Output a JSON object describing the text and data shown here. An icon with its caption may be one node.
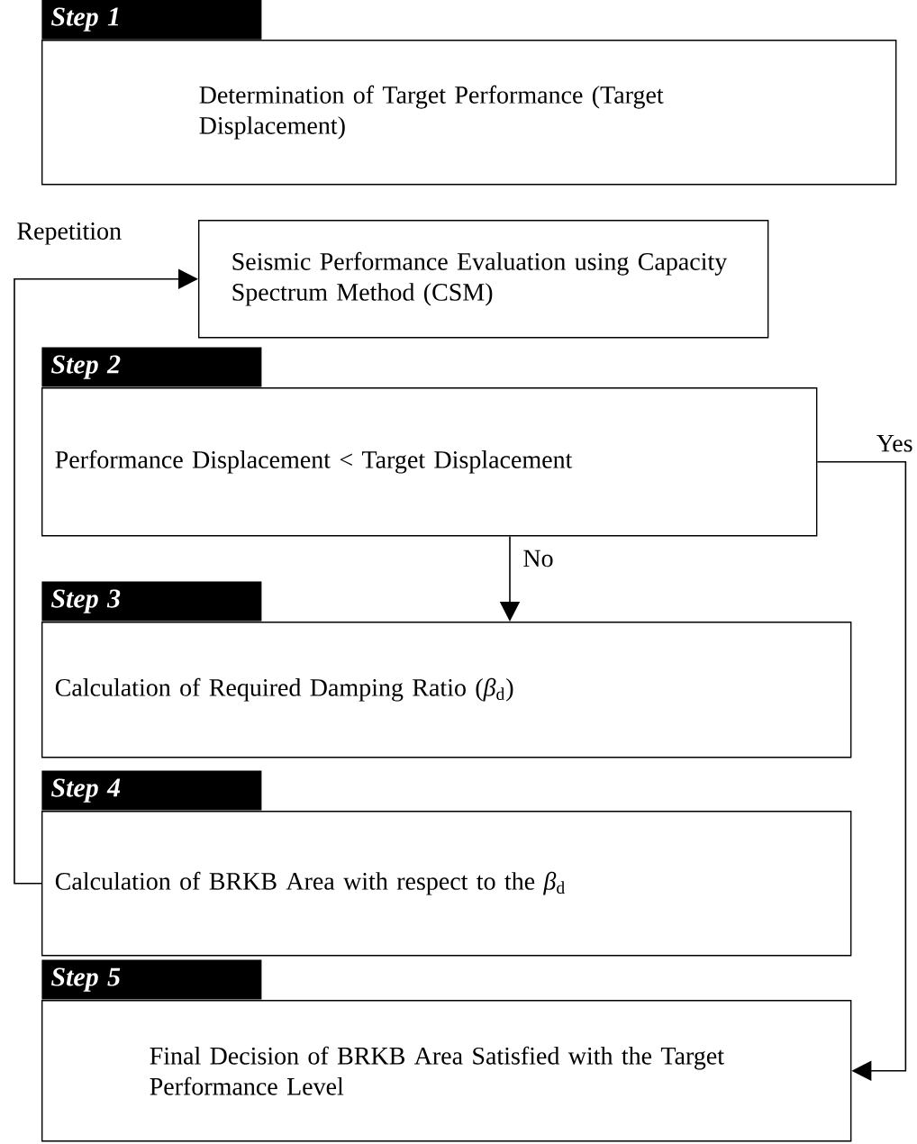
{
  "diagram": {
    "nodes": [
      {
        "text": [
          "Step 1",
          "Determination of Target Performance (Target Displacement)"
        ]
      },
      {
        "text": [
          "Seismic Performance Evaluation using Capacity Spectrum Method (CSM)"
        ]
      },
      {
        "text": [
          "Step 2",
          "Performance Displacement < Target Displacement"
        ]
      },
      {
        "text": [
          "Step 3",
          "Calculation of Required Damping Ratio (*β*$_{d}$)"
        ]
      },
      {
        "text": [
          "Step 4",
          "Calculation of BRKB Area with respect to the *β*$_{d}$"
        ]
      },
      {
        "text": [
          "Step 5",
          "Final Decision of BRKB Area Satisfied with the Target Performance Level"
        ]
      }
    ],
    "edges": [
      {
        "from": 4,
        "to": 1,
        "arrow": "to",
        "label": "Repetition"
      },
      {
        "from": 2,
        "to": 3,
        "arrow": "to",
        "label": "No"
      },
      {
        "from": 2,
        "to": 5,
        "arrow": "to",
        "label": "Yes"
      }
    ]
  }
}
